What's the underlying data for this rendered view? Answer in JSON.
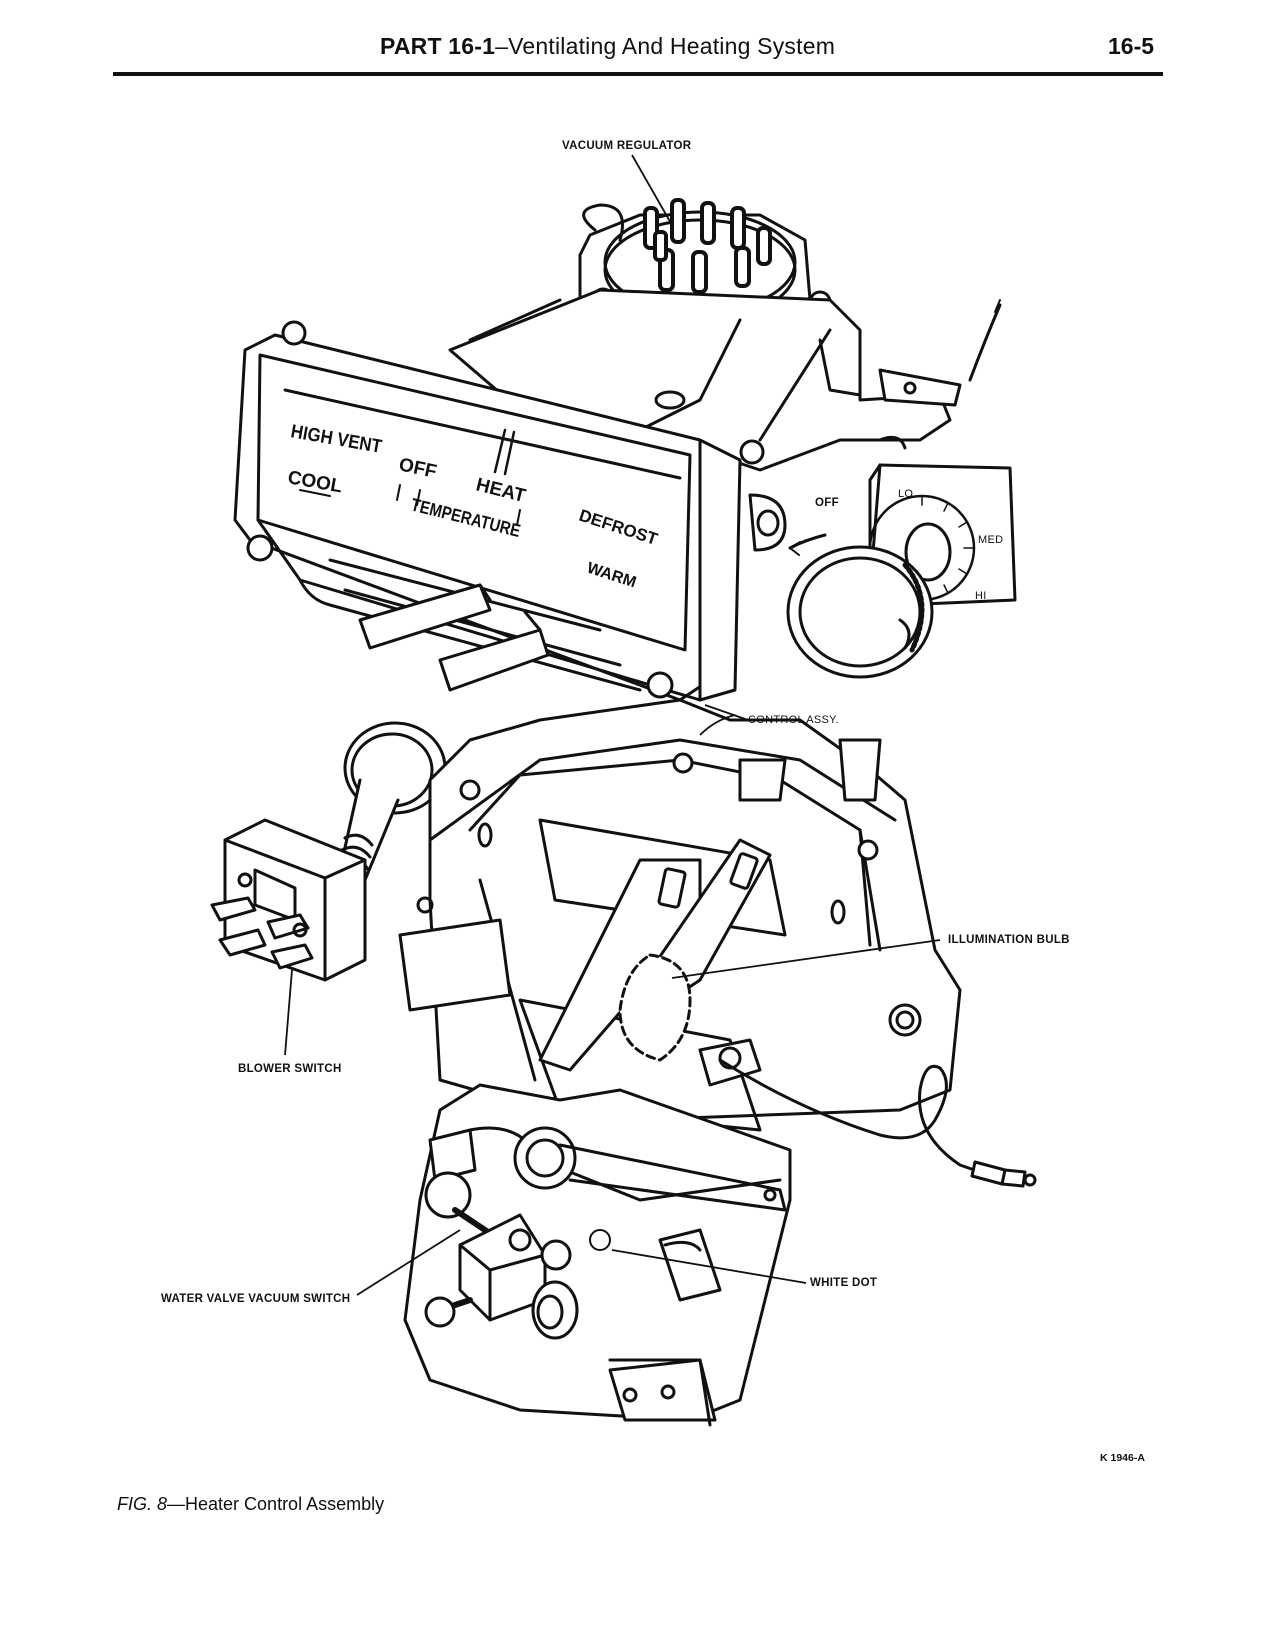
{
  "header": {
    "part": "PART 16-1",
    "section": "–Ventilating And Heating System",
    "page_number": "16-5"
  },
  "labels": {
    "vacuum_regulator": "VACUUM REGULATOR",
    "control_assy": "CONTROL ASSY.",
    "illumination_bulb": "ILLUMINATION BULB",
    "blower_switch": "BLOWER SWITCH",
    "water_valve_vacuum_switch": "WATER VALVE VACUUM SWITCH",
    "white_dot": "WHITE DOT",
    "off": "OFF",
    "lo": "LO",
    "med": "MED",
    "hi": "HI"
  },
  "panel_markings": {
    "high_vent": "HIGH VENT",
    "off": "OFF",
    "cool": "COOL",
    "heat": "HEAT",
    "temperature": "TEMPERATURE",
    "defrost": "DEFROST",
    "warm": "WARM"
  },
  "figure": {
    "ref": "K 1946-A",
    "number": "FIG. 8",
    "caption": "—Heater Control Assembly"
  }
}
